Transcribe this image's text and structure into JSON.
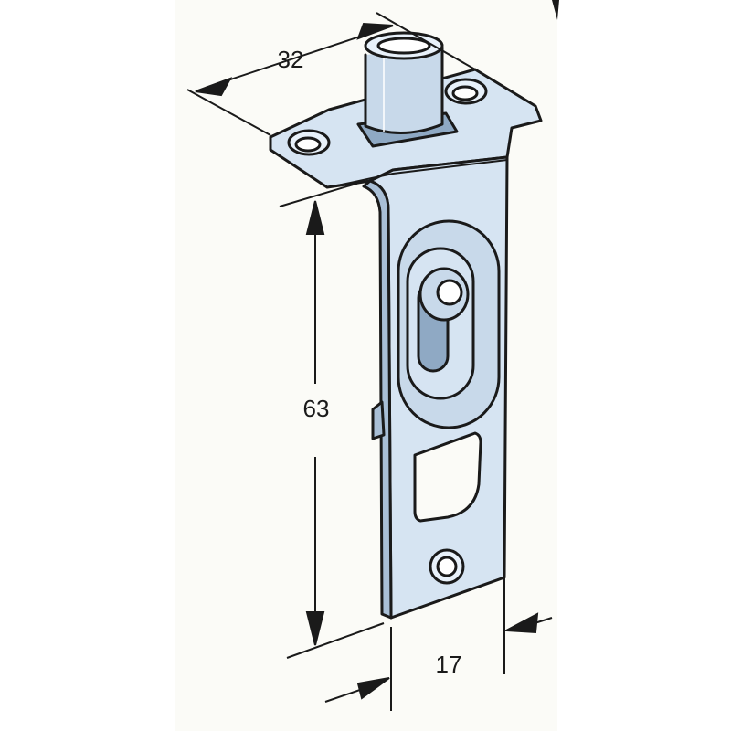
{
  "dimensions": {
    "width_label": "32",
    "height_label": "63",
    "depth_label": "17"
  },
  "colors": {
    "paper": "#fbfbf7",
    "metal": "#d6e4f2",
    "metal_light": "#e8f1fa",
    "metal_shadow": "#a9bfd6",
    "outline": "#1a1a1a"
  }
}
